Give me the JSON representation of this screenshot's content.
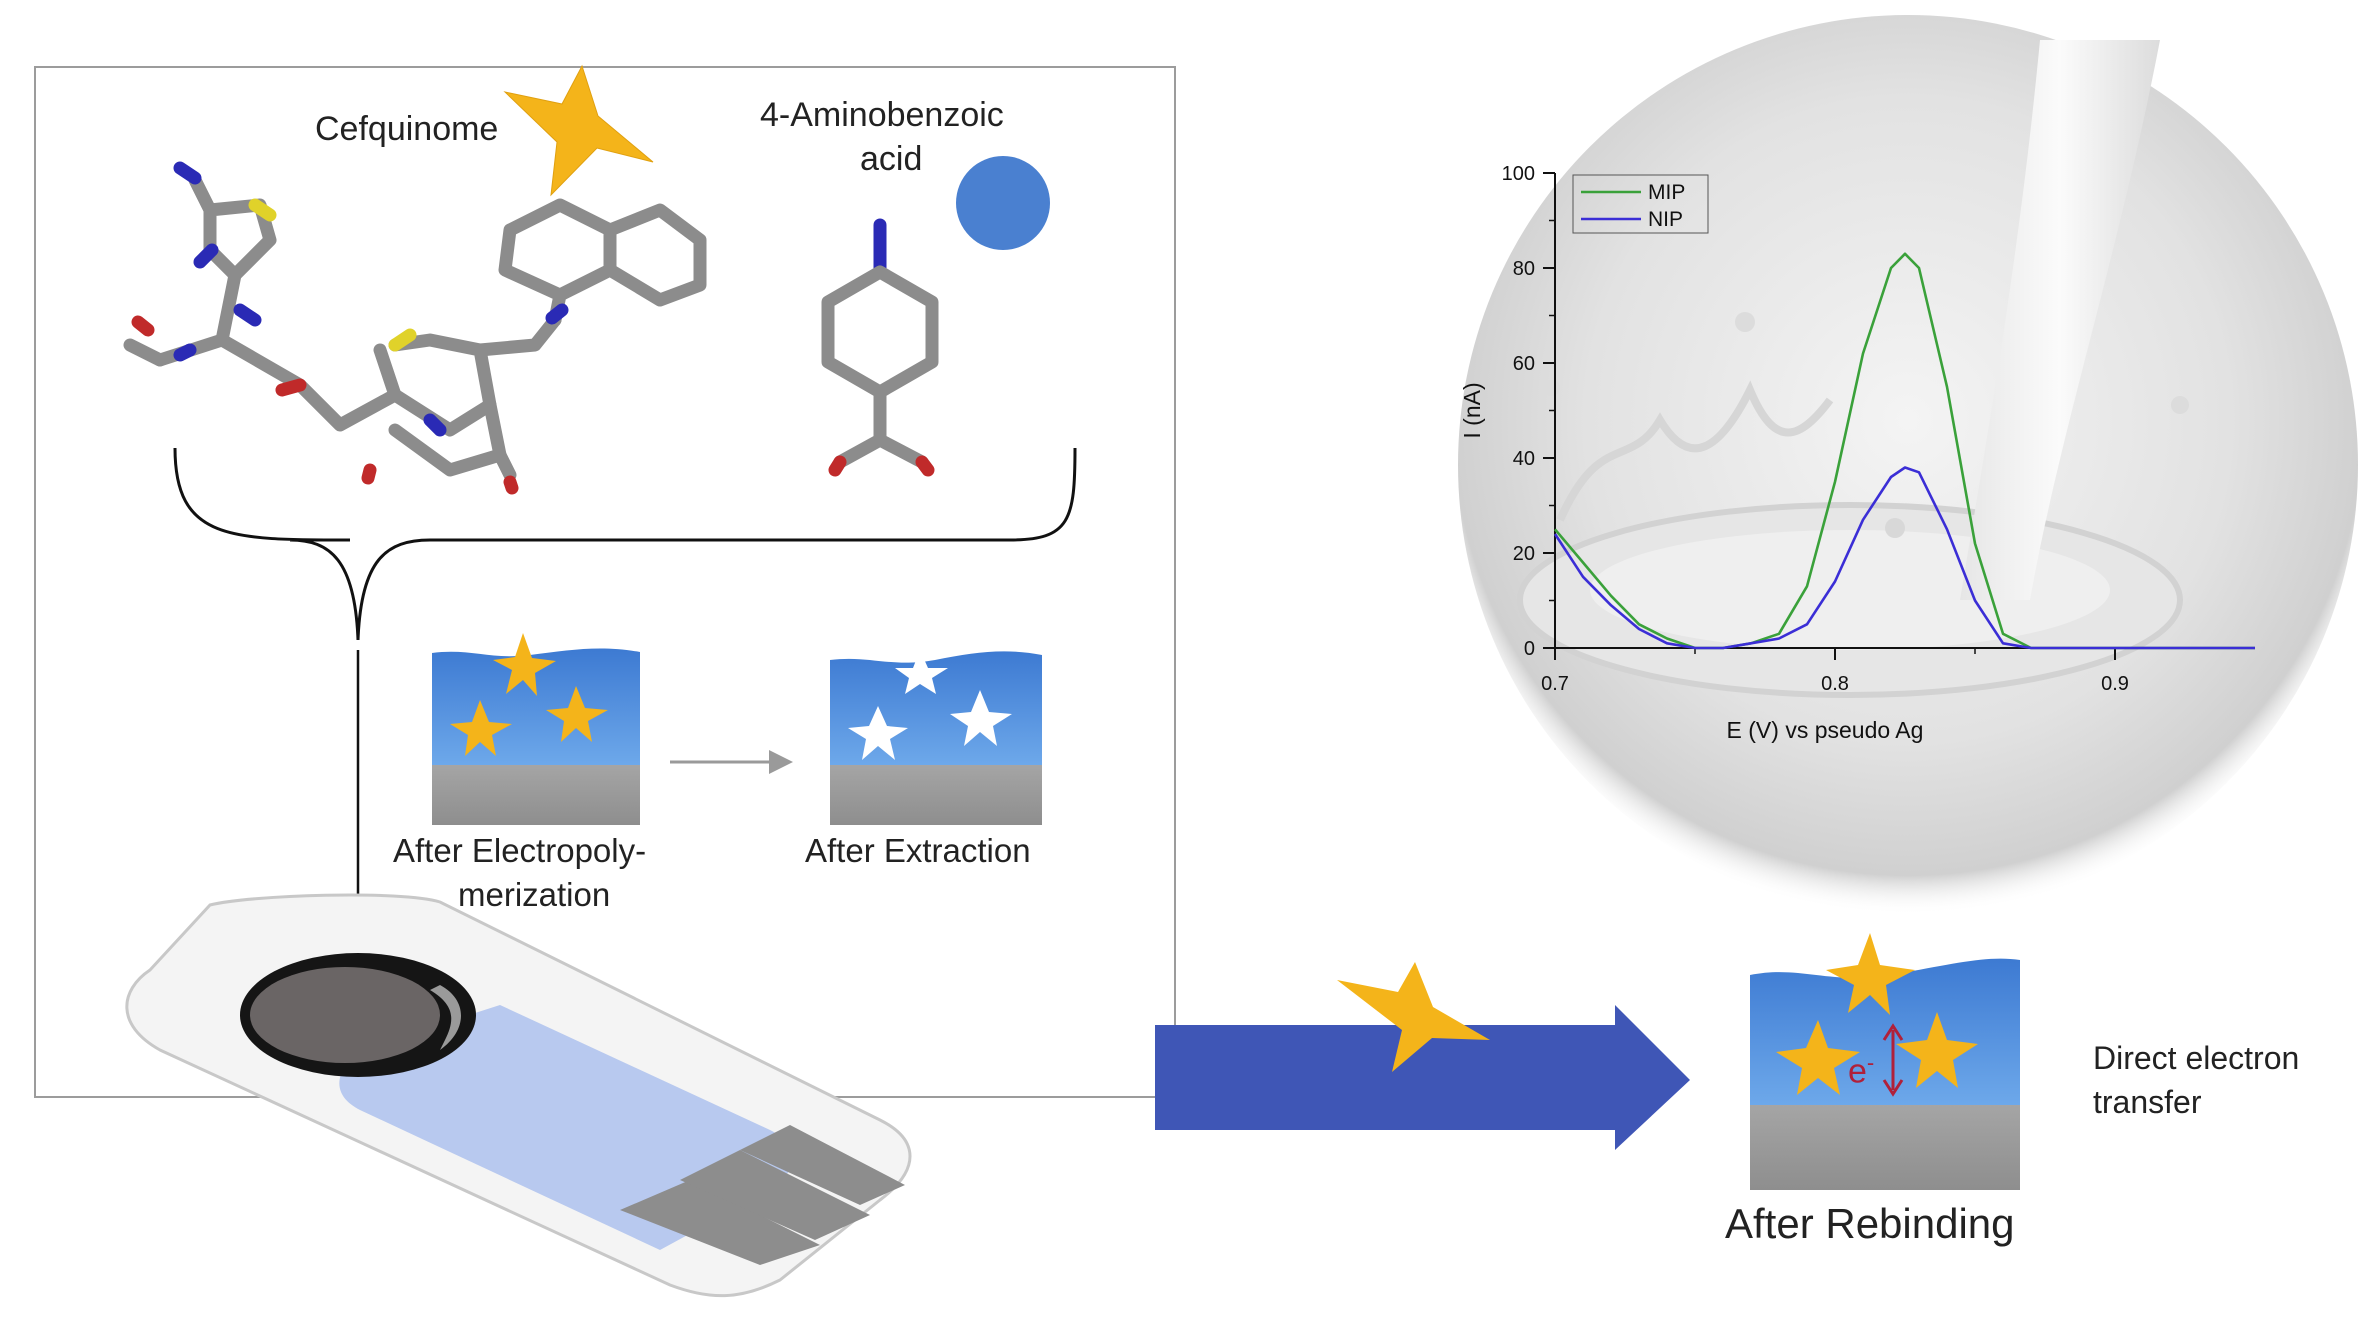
{
  "molecules": {
    "template_label": "Cefquinome",
    "monomer_label_line1": "4-Aminobenzoic",
    "monomer_label_line2": "acid"
  },
  "steps": {
    "electropolymerization_line1": "After Electropoly-",
    "electropolymerization_line2": "merization",
    "extraction": "After Extraction",
    "rebinding": "After Rebinding",
    "electron_symbol": "e",
    "electron_superscript": "-",
    "direct_transfer_line1": "Direct electron",
    "direct_transfer_line2": "transfer"
  },
  "colors": {
    "star": "#f4b41a",
    "monomer_dot": "#4a80d0",
    "polymer_top": "#3f7fd6",
    "polymer_bottom": "#6aa6e8",
    "electrode_base": "#9a9a9a",
    "arrow": "#3f56b6",
    "mip_line": "#3aa13a",
    "nip_line": "#3b2ed6",
    "electron_arrow": "#b0203a"
  },
  "chart_data": {
    "type": "line",
    "xlabel": "E (V) vs pseudo Ag",
    "ylabel": "I (nA)",
    "xlim": [
      0.7,
      0.95
    ],
    "ylim": [
      0,
      100
    ],
    "x_ticks": [
      "0.7",
      "0.8",
      "0.9"
    ],
    "y_ticks": [
      "0",
      "20",
      "40",
      "60",
      "80",
      "100"
    ],
    "legend_position": "top-left",
    "series": [
      {
        "name": "MIP",
        "color": "#3aa13a",
        "x": [
          0.7,
          0.71,
          0.72,
          0.73,
          0.74,
          0.75,
          0.76,
          0.77,
          0.78,
          0.79,
          0.8,
          0.81,
          0.82,
          0.825,
          0.83,
          0.84,
          0.85,
          0.86,
          0.87,
          0.88,
          0.9,
          0.92,
          0.95
        ],
        "y": [
          25,
          18,
          11,
          5,
          2,
          0,
          0,
          1,
          3,
          13,
          35,
          62,
          80,
          83,
          80,
          55,
          22,
          3,
          0,
          0,
          0,
          0,
          0
        ]
      },
      {
        "name": "NIP",
        "color": "#3b2ed6",
        "x": [
          0.7,
          0.71,
          0.72,
          0.73,
          0.74,
          0.75,
          0.76,
          0.77,
          0.78,
          0.79,
          0.8,
          0.81,
          0.82,
          0.825,
          0.83,
          0.84,
          0.85,
          0.86,
          0.87,
          0.88,
          0.9,
          0.92,
          0.95
        ],
        "y": [
          24,
          15,
          9,
          4,
          1,
          0,
          0,
          1,
          2,
          5,
          14,
          27,
          36,
          38,
          37,
          25,
          10,
          1,
          0,
          0,
          0,
          0,
          0
        ]
      }
    ]
  }
}
